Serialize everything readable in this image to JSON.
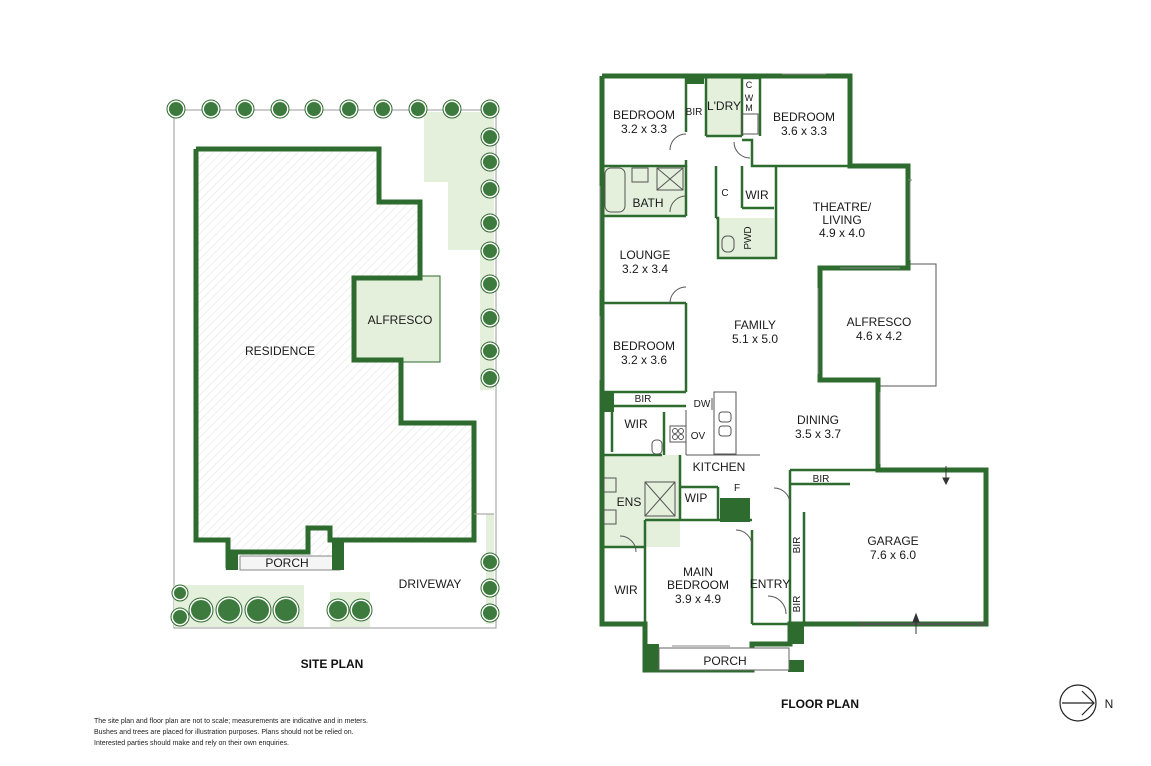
{
  "site_plan": {
    "title": "SITE PLAN",
    "labels": {
      "residence": "RESIDENCE",
      "alfresco": "ALFRESCO",
      "porch": "PORCH",
      "driveway": "DRIVEWAY"
    }
  },
  "floor_plan": {
    "title": "FLOOR PLAN",
    "rooms": {
      "bedroom1_name": "BEDROOM",
      "bedroom1_size": "3.2 x 3.3",
      "bedroom2_name": "BEDROOM",
      "bedroom2_size": "3.6 x 3.3",
      "bedroom3_name": "BEDROOM",
      "bedroom3_size": "3.2 x 3.6",
      "laundry": "L'DRY",
      "bir": "BIR",
      "cupboard": "C",
      "washer_w": "W",
      "washer_m": "M",
      "bath": "BATH",
      "wir": "WIR",
      "pwd": "PWD",
      "theatre_name": "THEATRE/",
      "theatre_name2": "LIVING",
      "theatre_size": "4.9 x 4.0",
      "lounge_name": "LOUNGE",
      "lounge_size": "3.2 x 3.4",
      "family_name": "FAMILY",
      "family_size": "5.1 x 5.0",
      "alfresco_name": "ALFRESCO",
      "alfresco_size": "4.6 x 4.2",
      "dining_name": "DINING",
      "dining_size": "3.5 x 3.7",
      "dw": "DW",
      "ov": "OV",
      "kitchen": "KITCHEN",
      "wip": "WIP",
      "fridge": "F",
      "ens": "ENS",
      "main_bed_name": "MAIN",
      "main_bed_name2": "BEDROOM",
      "main_bed_size": "3.9 x 4.9",
      "entry": "ENTRY",
      "porch": "PORCH",
      "garage_name": "GARAGE",
      "garage_size": "7.6 x 6.0"
    }
  },
  "compass": {
    "direction": "N"
  },
  "disclaimer": [
    "The site plan and floor plan are not to scale; measurements are indicative and in meters.",
    "Bushes and trees are placed for illustration purposes. Plans should not be relied on.",
    "Interested parties should make and rely on their own enquiries."
  ],
  "colors": {
    "wall": "#2e6b2e",
    "lawn": "#e4f0dc",
    "tree": "#3d7a3d"
  }
}
